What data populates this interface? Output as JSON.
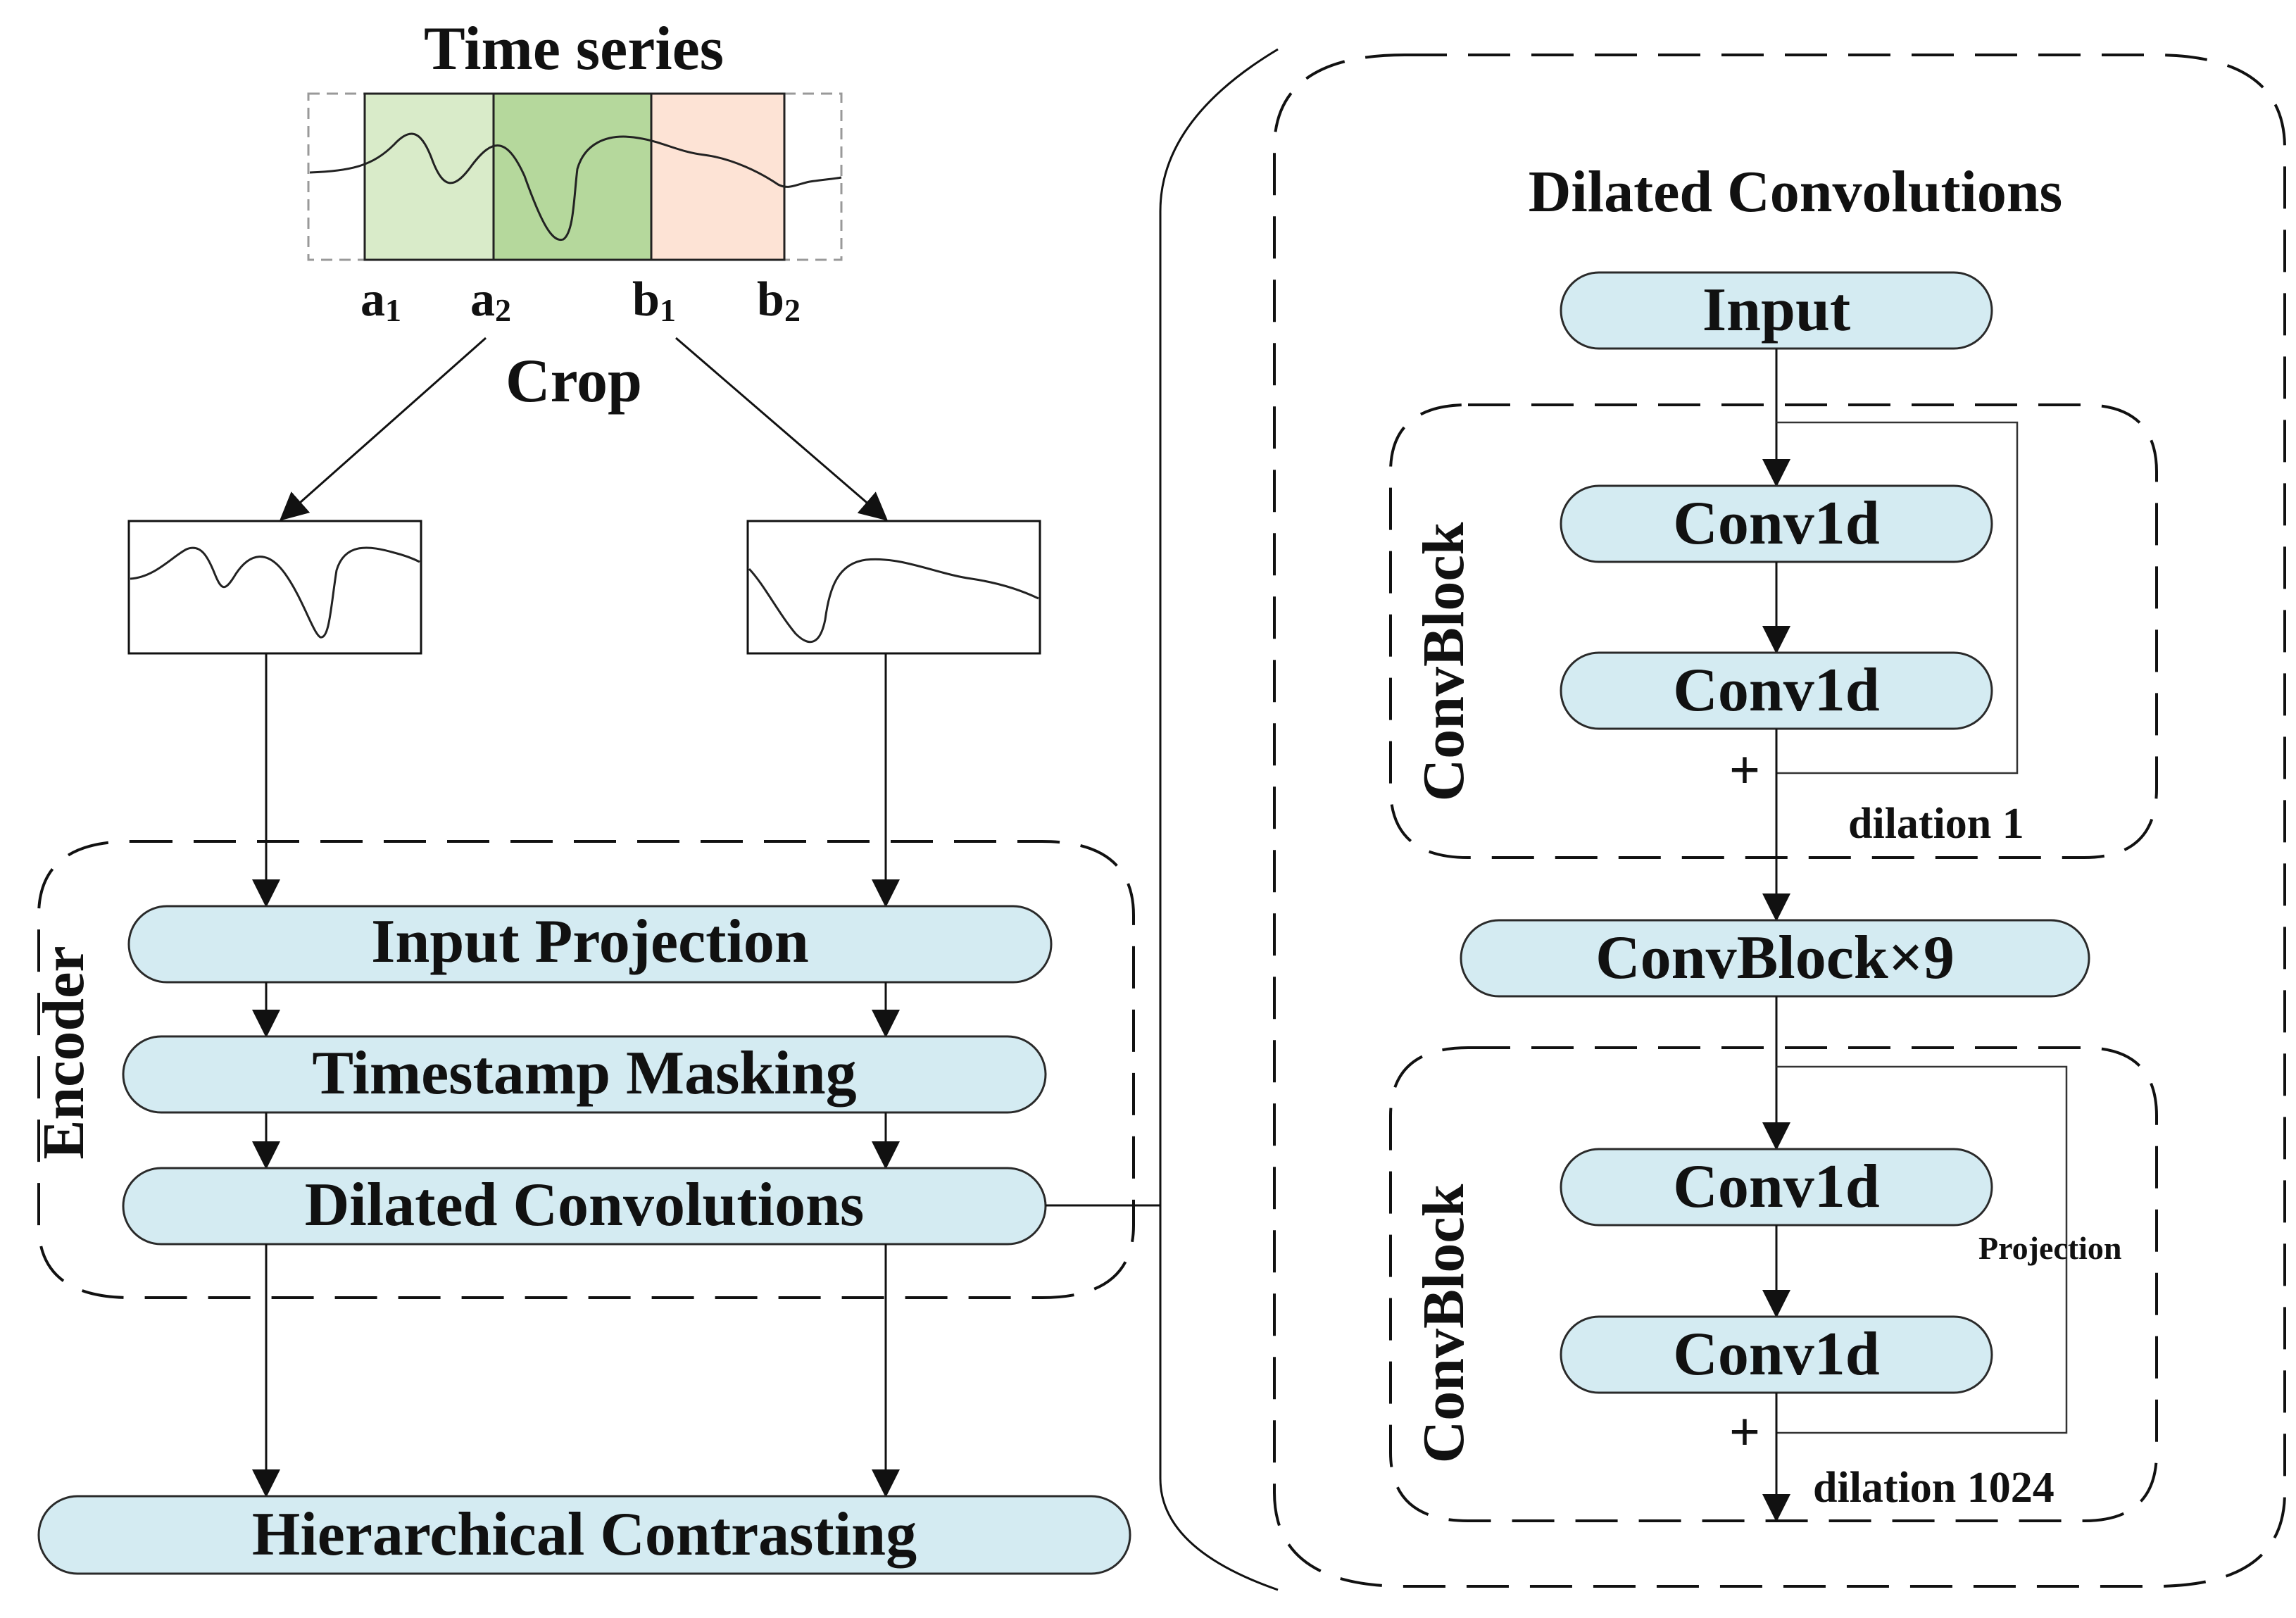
{
  "time_series": {
    "title": "Time series",
    "marks": {
      "a1": "a",
      "a1_sub": "1",
      "a2": "a",
      "a2_sub": "2",
      "b1": "b",
      "b1_sub": "1",
      "b2": "b",
      "b2_sub": "2"
    },
    "crop_label": "Crop",
    "colors": {
      "seg_a": "#d9ebc9",
      "seg_overlap": "#b5d89c",
      "seg_b": "#fde3d5"
    }
  },
  "encoder": {
    "label": "Encoder",
    "input_projection": "Input Projection",
    "timestamp_masking": "Timestamp Masking",
    "dilated_convolutions": "Dilated Convolutions"
  },
  "hierarchical_contrasting": "Hierarchical Contrasting",
  "dilated_panel": {
    "title": "Dilated Convolutions",
    "input": "Input",
    "block1": {
      "label": "ConvBlock",
      "conv_a": "Conv1d",
      "conv_b": "Conv1d",
      "plus": "+",
      "dilation": "dilation 1"
    },
    "repeat": "ConvBlock×9",
    "block2": {
      "label": "ConvBlock",
      "conv_a": "Conv1d",
      "conv_b": "Conv1d",
      "plus": "+",
      "projection": "Projection",
      "dilation": "dilation 1024"
    }
  },
  "colors": {
    "pill_fill": "#d4ebf2",
    "stroke": "#111111"
  }
}
